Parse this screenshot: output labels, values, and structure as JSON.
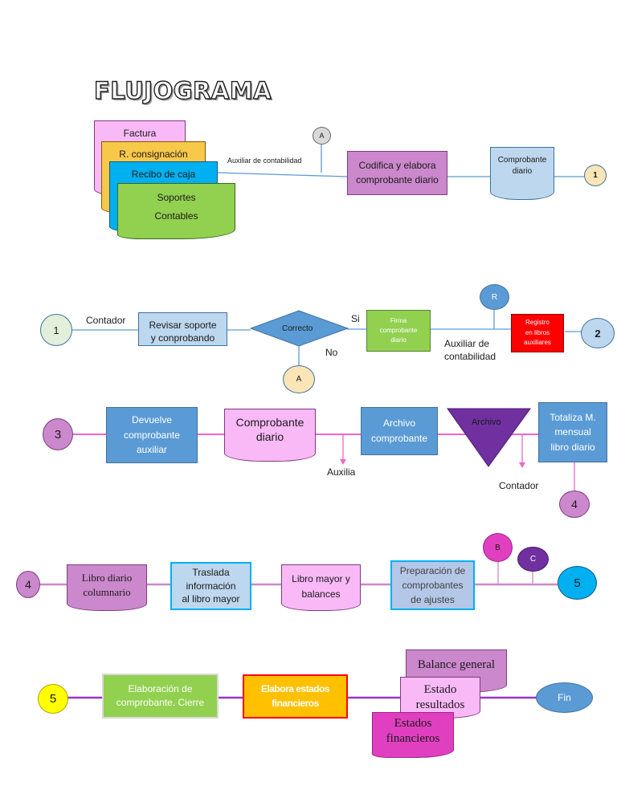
{
  "title": "FLUJOGRAMA",
  "colors": {
    "pink": "#f9b9f7",
    "orange": "#f8c84a",
    "cyan": "#00b0f0",
    "green": "#92d050",
    "purple": "#cc88cc",
    "blue": "#5b9bd5",
    "lightblue": "#bdd7ee",
    "red": "#ff0000",
    "violet": "#7030a0",
    "magenta": "#e040c0",
    "yellow": "#ffff00",
    "line_magenta": "#ee66cc",
    "line_violet": "#9933cc"
  },
  "row1": {
    "stack": [
      "Factura",
      "R. consignación",
      "Recibo de caja",
      "Soportes",
      "Contables"
    ],
    "connector_a": "A",
    "line_label": "Auxiliar de contabilidad",
    "process": [
      "Codifica y elabora",
      "comprobante diario"
    ],
    "document": [
      "Comprobante",
      "diario"
    ],
    "connector_1": "1"
  },
  "row2": {
    "connector_1": "1",
    "role": "Contador",
    "process": [
      "Revisar soporte",
      "y conprobando"
    ],
    "decision": "Correcto",
    "yes": "Si",
    "no": "No",
    "connector_a": "A",
    "sign": [
      "Firma",
      "comprobante",
      "diario"
    ],
    "aux": [
      "Auxiliar de",
      "contabilidad"
    ],
    "connector_r": "R",
    "register": [
      "Registro",
      "en libros",
      "auxiliares"
    ],
    "connector_2": "2"
  },
  "row3": {
    "connector_3": "3",
    "returns": [
      "Devuelve",
      "comprobante",
      "auxiliar"
    ],
    "document": [
      "Comprobante",
      "diario"
    ],
    "branch_label": "Auxilia",
    "archive_process": [
      "Archivo",
      "comprobante"
    ],
    "archive": "Archivo",
    "totals": [
      "Totaliza M.",
      "mensual",
      "libro diario"
    ],
    "role": "Contador",
    "connector_4": "4"
  },
  "row4": {
    "connector_4": "4",
    "ledger_doc": [
      "Libro diario",
      "columnario"
    ],
    "transfer": [
      "Traslada",
      "información",
      "al libro mayor"
    ],
    "mayor_doc": [
      "Libro mayor y",
      "balances"
    ],
    "prep": [
      "Preparación de",
      "comprobantes",
      "de ajustes"
    ],
    "connector_b": "B",
    "connector_c": "C",
    "connector_5": "5"
  },
  "row5": {
    "connector_5": "5",
    "closing": [
      "Elaboración de",
      "comprobante. Cierre"
    ],
    "statements": [
      "Elabora estados",
      "financieros"
    ],
    "doc_balance": "Balance general",
    "doc_results": [
      "Estado",
      "resultados"
    ],
    "doc_fin": [
      "Estados",
      "financieros"
    ],
    "end": "Fin"
  }
}
